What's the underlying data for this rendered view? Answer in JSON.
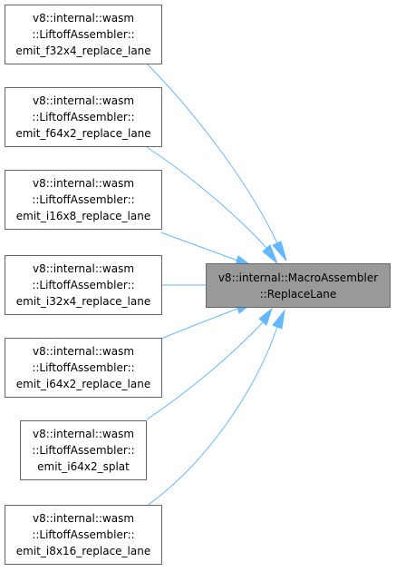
{
  "target": {
    "line1": "v8::internal::MacroAssembler",
    "line2": "::ReplaceLane"
  },
  "callers": [
    {
      "line1": "v8::internal::wasm",
      "line2": "::LiftoffAssembler::",
      "line3": "emit_f32x4_replace_lane"
    },
    {
      "line1": "v8::internal::wasm",
      "line2": "::LiftoffAssembler::",
      "line3": "emit_f64x2_replace_lane"
    },
    {
      "line1": "v8::internal::wasm",
      "line2": "::LiftoffAssembler::",
      "line3": "emit_i16x8_replace_lane"
    },
    {
      "line1": "v8::internal::wasm",
      "line2": "::LiftoffAssembler::",
      "line3": "emit_i32x4_replace_lane"
    },
    {
      "line1": "v8::internal::wasm",
      "line2": "::LiftoffAssembler::",
      "line3": "emit_i64x2_replace_lane"
    },
    {
      "line1": "v8::internal::wasm",
      "line2": "::LiftoffAssembler::",
      "line3": "emit_i64x2_splat"
    },
    {
      "line1": "v8::internal::wasm",
      "line2": "::LiftoffAssembler::",
      "line3": "emit_i8x16_replace_lane"
    }
  ],
  "colors": {
    "edge": "#63b8ff",
    "target_fill": "#999999",
    "border": "#666666"
  }
}
